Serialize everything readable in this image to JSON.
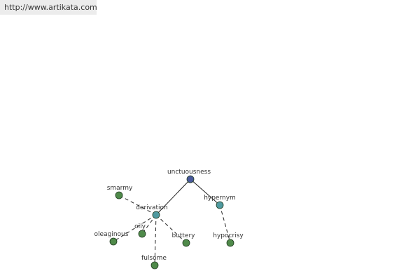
{
  "header": {
    "url": "http://www.artikata.com"
  },
  "graph": {
    "nodes": [
      {
        "id": "unctuousness",
        "label": "unctuousness",
        "kind": "root"
      },
      {
        "id": "derivation",
        "label": "derivation",
        "kind": "relation"
      },
      {
        "id": "hypernym",
        "label": "hypernym",
        "kind": "relation"
      },
      {
        "id": "smarmy",
        "label": "smarmy",
        "kind": "term"
      },
      {
        "id": "oily",
        "label": "oily",
        "kind": "term"
      },
      {
        "id": "oleaginous",
        "label": "oleaginous",
        "kind": "term"
      },
      {
        "id": "buttery",
        "label": "buttery",
        "kind": "term"
      },
      {
        "id": "fulsome",
        "label": "fulsome",
        "kind": "term"
      },
      {
        "id": "hypocrisy",
        "label": "hypocrisy",
        "kind": "term"
      }
    ],
    "edges": [
      {
        "from": "unctuousness",
        "to": "derivation",
        "style": "solid"
      },
      {
        "from": "unctuousness",
        "to": "hypernym",
        "style": "solid"
      },
      {
        "from": "derivation",
        "to": "smarmy",
        "style": "dashed"
      },
      {
        "from": "derivation",
        "to": "oily",
        "style": "dashed"
      },
      {
        "from": "derivation",
        "to": "oleaginous",
        "style": "dashed"
      },
      {
        "from": "derivation",
        "to": "buttery",
        "style": "dashed"
      },
      {
        "from": "derivation",
        "to": "fulsome",
        "style": "dashed"
      },
      {
        "from": "hypernym",
        "to": "hypocrisy",
        "style": "dashed"
      }
    ],
    "colors": {
      "root": "#4a5a9c",
      "relation": "#4f9aa0",
      "term": "#4f8a4a",
      "edge": "#222222"
    }
  }
}
